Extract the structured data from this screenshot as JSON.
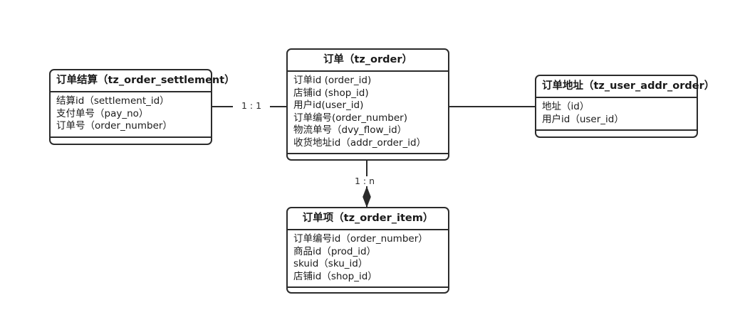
{
  "diagram": {
    "type": "entity-relationship-diagram",
    "background_color": "#ffffff",
    "line_color": "#2b2b2b",
    "entities": [
      {
        "id": "tz_order_settlement",
        "title": "订单结算（tz_order_settlement）",
        "attributes": [
          "结算id（settlement_id）",
          "支付单号（pay_no）",
          "订单号（order_number）"
        ]
      },
      {
        "id": "tz_order",
        "title": "订单（tz_order）",
        "attributes": [
          "订单id (order_id)",
          "店铺id (shop_id)",
          "用户id(user_id)",
          "订单编号(order_number)",
          "物流单号（dvy_flow_id）",
          "收货地址id（addr_order_id）"
        ]
      },
      {
        "id": "tz_user_addr_order",
        "title": "订单地址（tz_user_addr_order）",
        "attributes": [
          "地址（id）",
          "用户id（user_id）"
        ]
      },
      {
        "id": "tz_order_item",
        "title": "订单项（tz_order_item）",
        "attributes": [
          "订单编号id（order_number）",
          "商品id（prod_id）",
          "skuid（sku_id）",
          "店铺id（shop_id）"
        ]
      }
    ],
    "relationships": [
      {
        "id": "settlement-to-order",
        "from": "tz_order_settlement",
        "to": "tz_order",
        "label": "1 : 1",
        "marker": "none"
      },
      {
        "id": "order-to-addr",
        "from": "tz_order",
        "to": "tz_user_addr_order",
        "label": "",
        "marker": "none"
      },
      {
        "id": "order-to-item",
        "from": "tz_order",
        "to": "tz_order_item",
        "label": "1 : n",
        "marker": "filled-diamond"
      }
    ]
  }
}
